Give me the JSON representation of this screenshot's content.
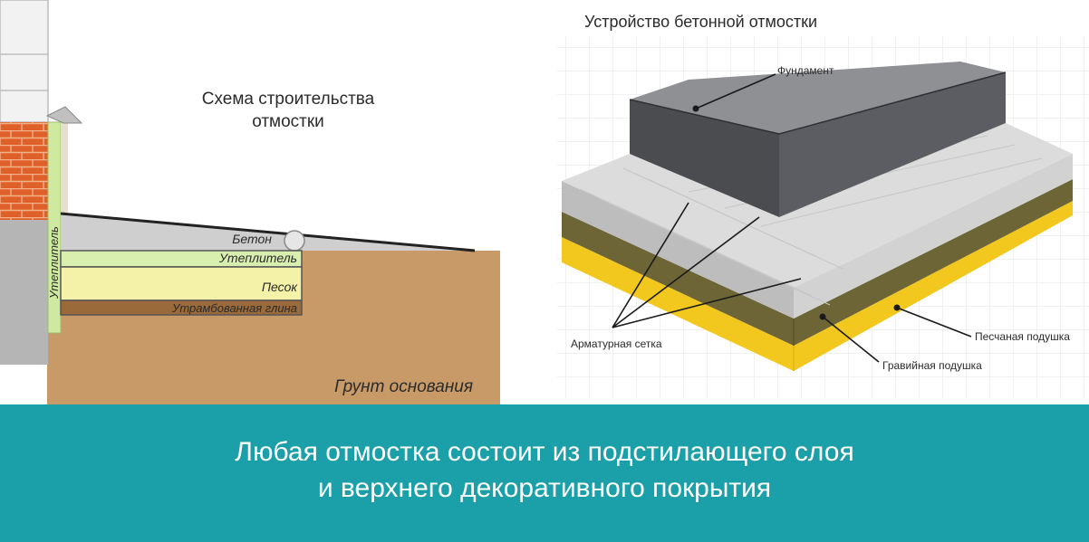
{
  "left_diagram": {
    "title_line1": "Схема строительства",
    "title_line2": "отмостки",
    "layers": {
      "concrete": "Бетон",
      "insulation": "Утеплитель",
      "sand": "Песок",
      "clay": "Утрамбованная глина",
      "wall_insulation": "Утеплитель"
    },
    "ground": "Грунт основания"
  },
  "right_diagram": {
    "title": "Устройство бетонной отмостки",
    "labels": {
      "foundation": "Фундамент",
      "rebar_mesh": "Арматурная сетка",
      "sand_cushion": "Песчаная подушка",
      "gravel_cushion": "Гравийная подушка"
    }
  },
  "caption": {
    "line1": "Любая отмостка состоит из подстилающего слоя",
    "line2": "и верхнего декоративного покрытия"
  },
  "colors": {
    "caption_band": "#1b9fa8",
    "brick": "#e0602a",
    "concrete_gray": "#c9c9c9",
    "insulation_green": "#d8efb0",
    "sand_yellow": "#f4f2a8",
    "clay_brown": "#9a6a3a",
    "ground": "#c89a68",
    "foundation_dark": "#4a4c50",
    "gravel_yellow": "#f2c81e"
  }
}
